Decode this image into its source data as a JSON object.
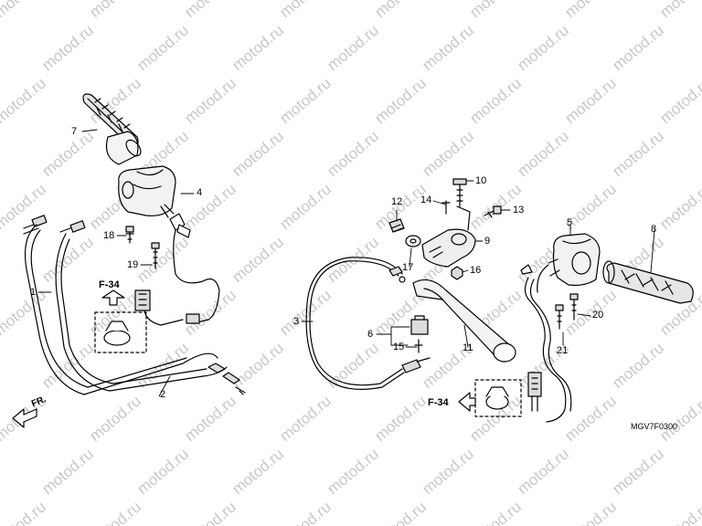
{
  "watermark": {
    "text": "motod.ru",
    "color": "#c8c8c8"
  },
  "diagram_code": "MGV7F0300",
  "front_marker": {
    "text": "FR."
  },
  "references": {
    "left": "F-34",
    "right": "F-34"
  },
  "part_numbers": {
    "p1": "1",
    "p2": "2",
    "p3": "3",
    "p4": "4",
    "p5": "5",
    "p6": "6",
    "p7": "7",
    "p8": "8",
    "p9": "9",
    "p10": "10",
    "p11": "11",
    "p12": "12",
    "p13": "13",
    "p14": "14",
    "p15": "15",
    "p16": "16",
    "p17": "17",
    "p18": "18",
    "p19": "19",
    "p20": "20",
    "p21": "21"
  }
}
